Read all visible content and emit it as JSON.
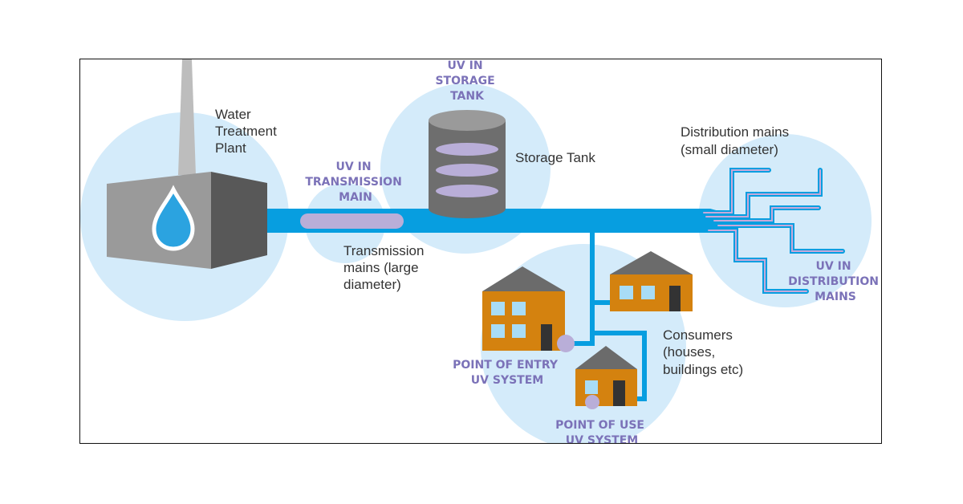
{
  "diagram": {
    "title": "UV disinfection points in a water distribution system",
    "colors": {
      "zone_circle": "#D4EBFA",
      "pipe": "#079EE0",
      "uv_unit": "#B9AED8",
      "uv_label": "#7B72B8",
      "plant_front": "#9A9A9A",
      "plant_side": "#585858",
      "chimney": "#BDBDBD",
      "tank_body": "#6E6E6E",
      "tank_top": "#9A9A9A",
      "house_wall": "#D4820F",
      "house_roof": "#6B6B6B",
      "window": "#A8DCF6",
      "door": "#333333",
      "drop": "#2BA3E0",
      "text": "#333333"
    },
    "labels": {
      "plant": [
        "Water",
        "Treatment",
        "Plant"
      ],
      "storage_tank": "Storage Tank",
      "transmission": [
        "Transmission",
        "mains (large",
        "diameter)"
      ],
      "distribution": [
        "Distribution mains",
        "(small diameter)"
      ],
      "consumers": [
        "Consumers",
        "(houses,",
        "buildings etc)"
      ]
    },
    "uv_labels": {
      "storage": [
        "UV IN",
        "STORAGE",
        "TANK"
      ],
      "transmission": [
        "UV IN",
        "TRANSMISSION",
        "MAIN"
      ],
      "distribution": [
        "UV IN",
        "DISTRIBUTION",
        "MAINS"
      ],
      "point_of_entry": [
        "POINT OF ENTRY",
        "UV SYSTEM"
      ],
      "point_of_use": [
        "POINT OF USE",
        "UV SYSTEM"
      ]
    },
    "icons": {
      "plant": "factory-icon",
      "water_drop": "water-drop-icon",
      "tank": "storage-tank-icon",
      "house": "house-icon"
    }
  }
}
